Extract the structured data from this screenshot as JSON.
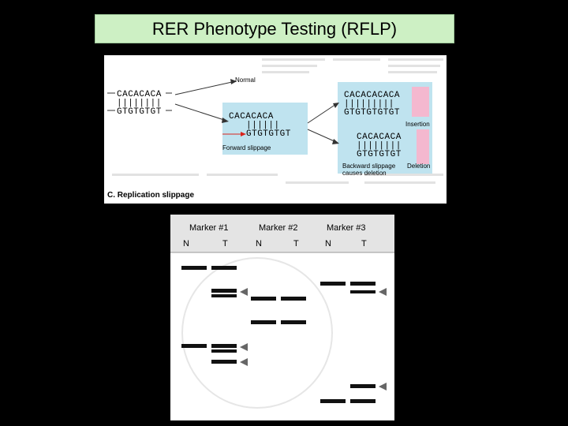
{
  "slide": {
    "title": "RER Phenotype Testing (RFLP)"
  },
  "slippage_figure": {
    "caption": "C. Replication slippage",
    "left_strand": {
      "top": "CACACACA",
      "bars": "||||||||",
      "bottom": "GTGTGTGT"
    },
    "normal_label": "Normal",
    "middle_strand": {
      "top": "CACACACA",
      "bars": "||||||",
      "bottom": "GTGTGTGT"
    },
    "forward_label": "Forward slippage",
    "insertion_strand": {
      "top": "CACACACACA",
      "bars": "|||||||||",
      "bottom": "GTGTGTGTGT"
    },
    "insertion_label": "Insertion",
    "deletion_strand": {
      "top": "CACACACA",
      "bars": "||||||||",
      "bottom": "GTGTGTGT"
    },
    "backward_label_1": "Backward slippage",
    "backward_label_2": "causes deletion",
    "deletion_label": "Deletion",
    "colors": {
      "highlight_blue": "#bfe3ef",
      "highlight_pink": "#f4b8cf",
      "arrow_red": "#d9241c"
    }
  },
  "gel_figure": {
    "markers": [
      {
        "label": "Marker #1",
        "lanes": [
          "N",
          "T"
        ]
      },
      {
        "label": "Marker #2",
        "lanes": [
          "N",
          "T"
        ]
      },
      {
        "label": "Marker #3",
        "lanes": [
          "N",
          "T"
        ]
      }
    ],
    "arrow_icon": "arrowhead-left-icon"
  }
}
